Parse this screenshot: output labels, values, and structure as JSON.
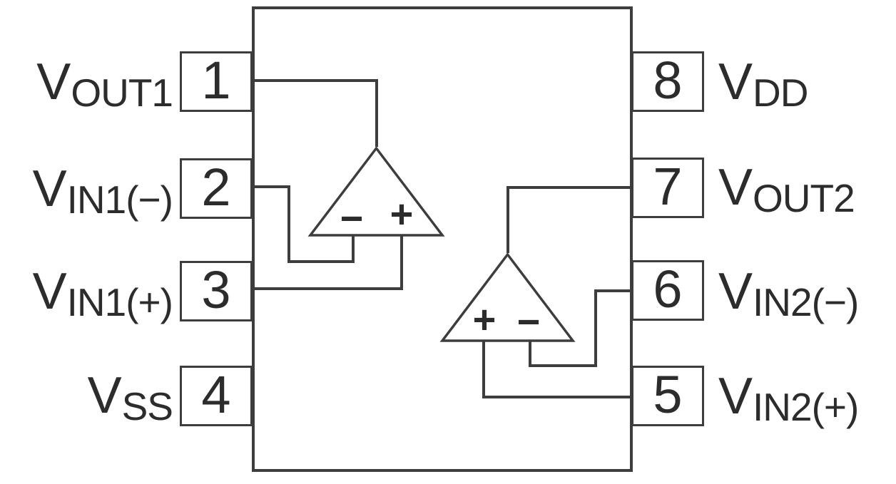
{
  "diagram": {
    "kind": "ic-pinout",
    "colors": {
      "line": "#3d3d3d",
      "text": "#2c2c2c",
      "background": "#ffffff"
    },
    "left_pins": [
      {
        "number": "1",
        "label_main": "V",
        "label_sub": "OUT1"
      },
      {
        "number": "2",
        "label_main": "V",
        "label_sub": "IN1(−)"
      },
      {
        "number": "3",
        "label_main": "V",
        "label_sub": "IN1(+)"
      },
      {
        "number": "4",
        "label_main": "V",
        "label_sub": "SS"
      }
    ],
    "right_pins": [
      {
        "number": "8",
        "label_main": "V",
        "label_sub": "DD"
      },
      {
        "number": "7",
        "label_main": "V",
        "label_sub": "OUT2"
      },
      {
        "number": "6",
        "label_main": "V",
        "label_sub": "IN2(−)"
      },
      {
        "number": "5",
        "label_main": "V",
        "label_sub": "IN2(+)"
      }
    ],
    "opamps": [
      {
        "inverting_label": "−",
        "noninverting_label": "+"
      },
      {
        "inverting_label": "−",
        "noninverting_label": "+"
      }
    ]
  }
}
